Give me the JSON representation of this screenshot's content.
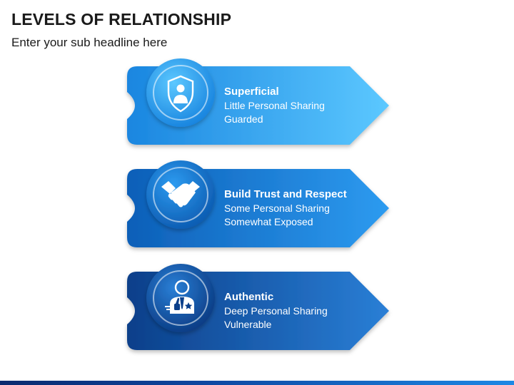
{
  "header": {
    "title": "LEVELS OF RELATIONSHIP",
    "subtitle": "Enter your sub headline here"
  },
  "levels": [
    {
      "title": "Superficial",
      "line1": "Little Personal Sharing",
      "line2": "Guarded",
      "icon": "shield-person-icon",
      "color_light": "#4fc3ff",
      "color_dark": "#1a86e0"
    },
    {
      "title": "Build Trust and Respect",
      "line1": "Some Personal Sharing",
      "line2": "Somewhat Exposed",
      "icon": "handshake-icon",
      "color_light": "#2d9bf0",
      "color_dark": "#0d5fb8"
    },
    {
      "title": "Authentic",
      "line1": "Deep Personal Sharing",
      "line2": "Vulnerable",
      "icon": "person-thumbs-up-icon",
      "color_light": "#2a7fd6",
      "color_dark": "#0b3f8a"
    }
  ]
}
